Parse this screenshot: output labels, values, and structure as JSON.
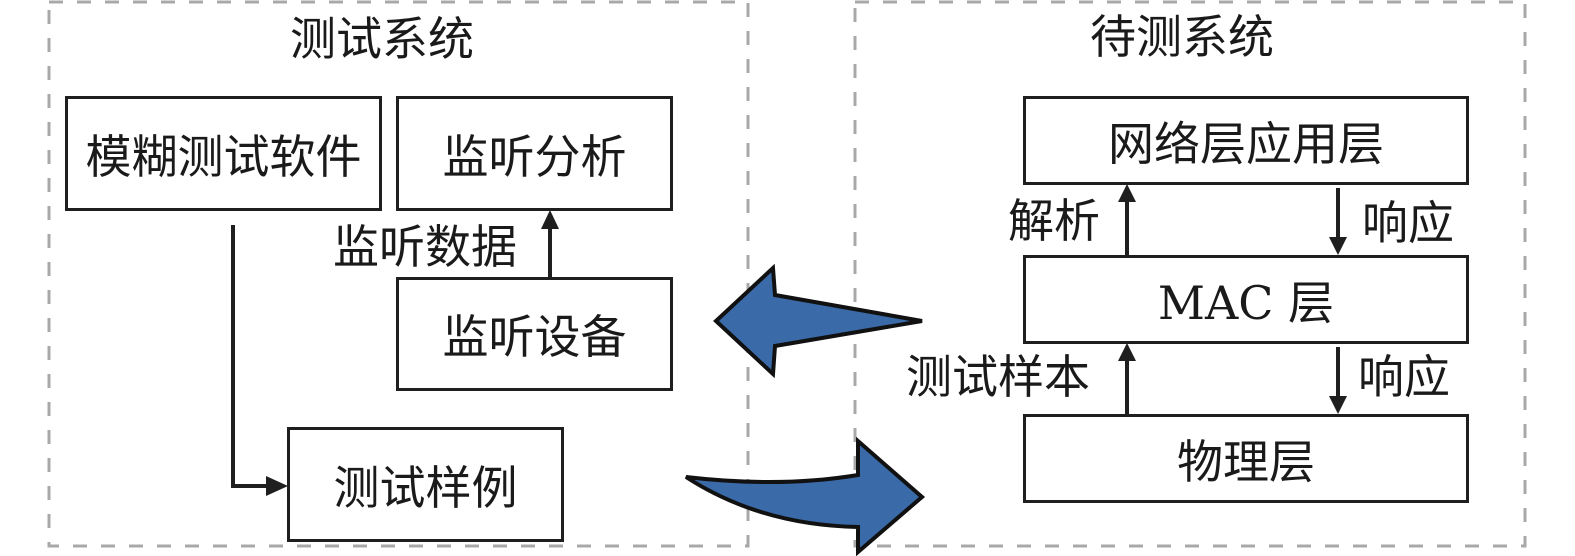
{
  "test_system": {
    "title": "测试系统",
    "boxes": {
      "fuzz_software": "模糊测试软件",
      "monitor_analysis": "监听分析",
      "monitor_device": "监听设备",
      "test_case": "测试样例"
    },
    "edge_labels": {
      "monitor_data": "监听数据"
    }
  },
  "system_under_test": {
    "title": "待测系统",
    "layers": {
      "network_app": "网络层应用层",
      "mac": "MAC 层",
      "physical": "物理层"
    },
    "edge_labels": {
      "parse": "解析",
      "response_upper": "响应",
      "test_sample": "测试样本",
      "response_lower": "响应"
    }
  },
  "colors": {
    "arrow_fill": "#3a6aa8",
    "dashed_border": "#a8a8a8",
    "line": "#1f1f1f"
  }
}
